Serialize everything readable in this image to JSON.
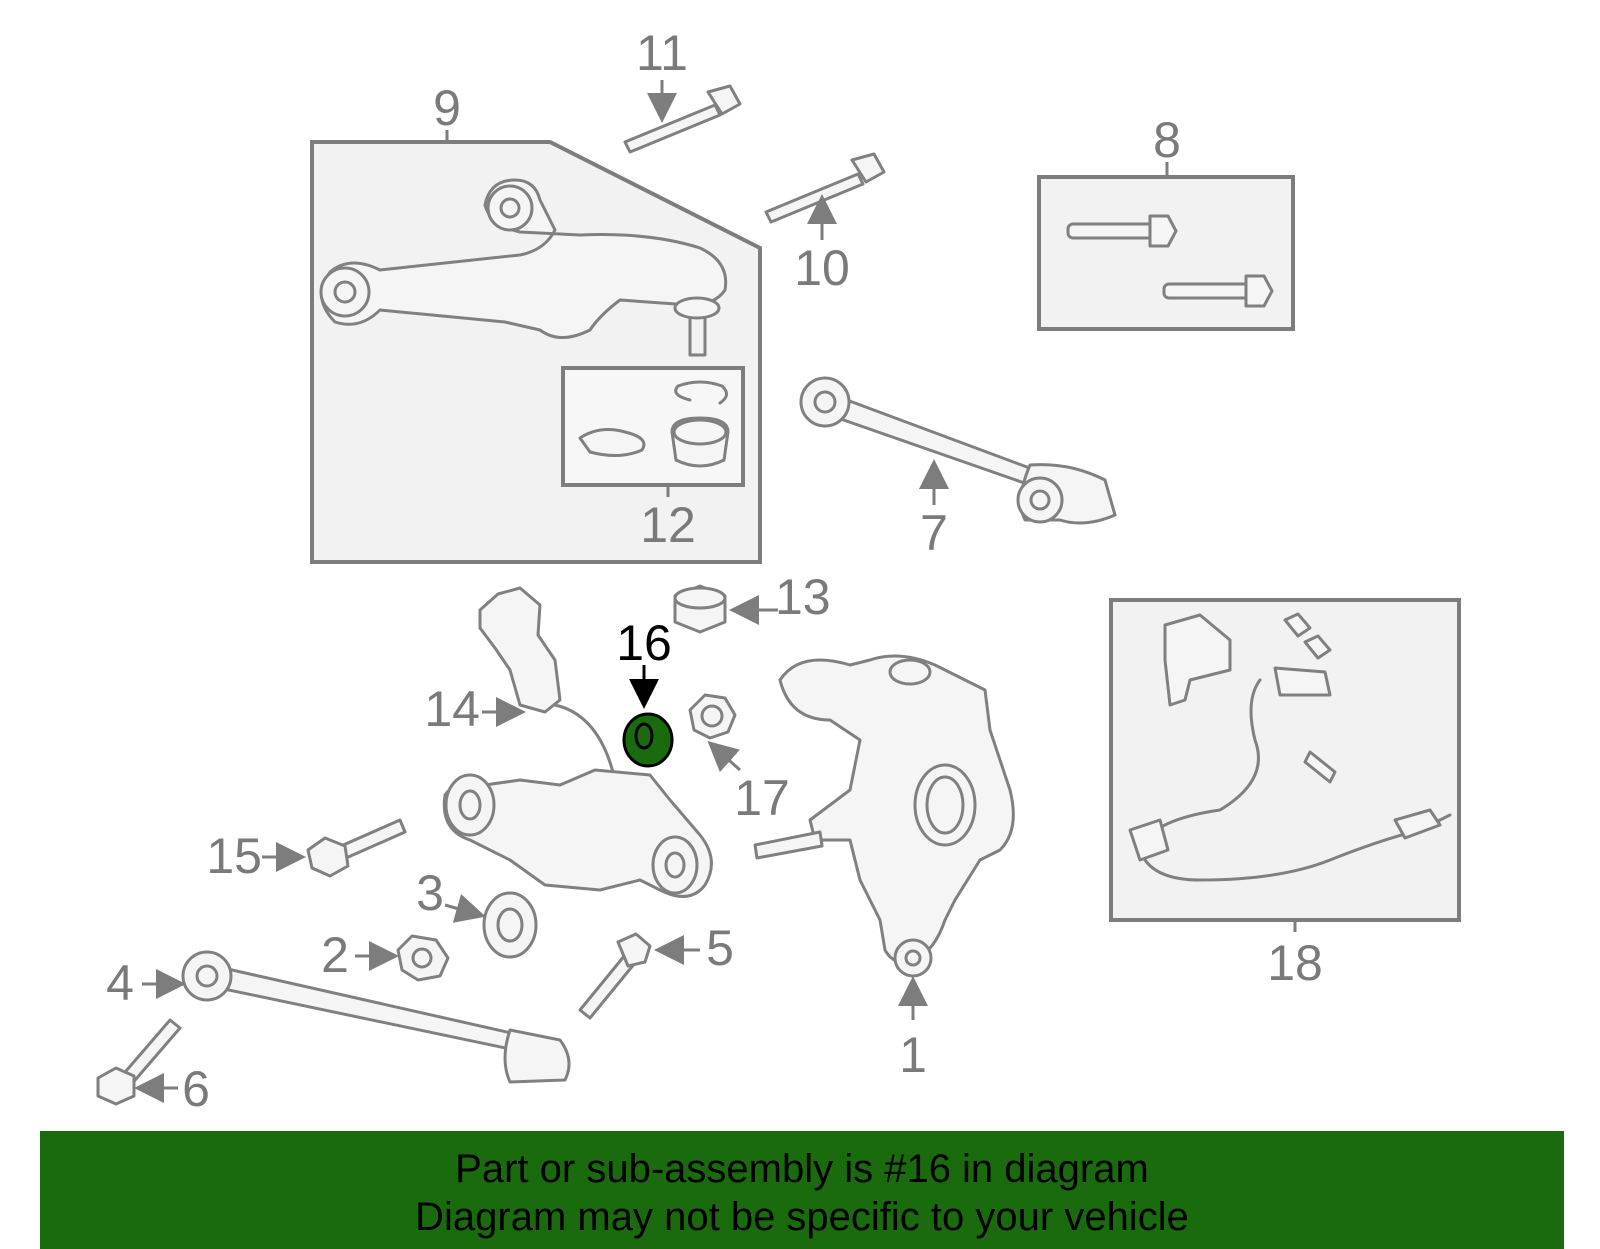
{
  "callouts": {
    "c1": "1",
    "c2": "2",
    "c3": "3",
    "c4": "4",
    "c5": "5",
    "c6": "6",
    "c7": "7",
    "c8": "8",
    "c9": "9",
    "c10": "10",
    "c11": "11",
    "c12": "12",
    "c13": "13",
    "c14": "14",
    "c15": "15",
    "c16": "16",
    "c17": "17",
    "c18": "18"
  },
  "highlighted_part": "16",
  "colors": {
    "highlight_fill": "#1a6b0e",
    "banner_bg": "#1a6b0e",
    "line_gray": "#808080"
  },
  "banner": {
    "line1": "Part or sub-assembly is #16 in diagram",
    "line2": "Diagram may not be specific to your vehicle"
  }
}
